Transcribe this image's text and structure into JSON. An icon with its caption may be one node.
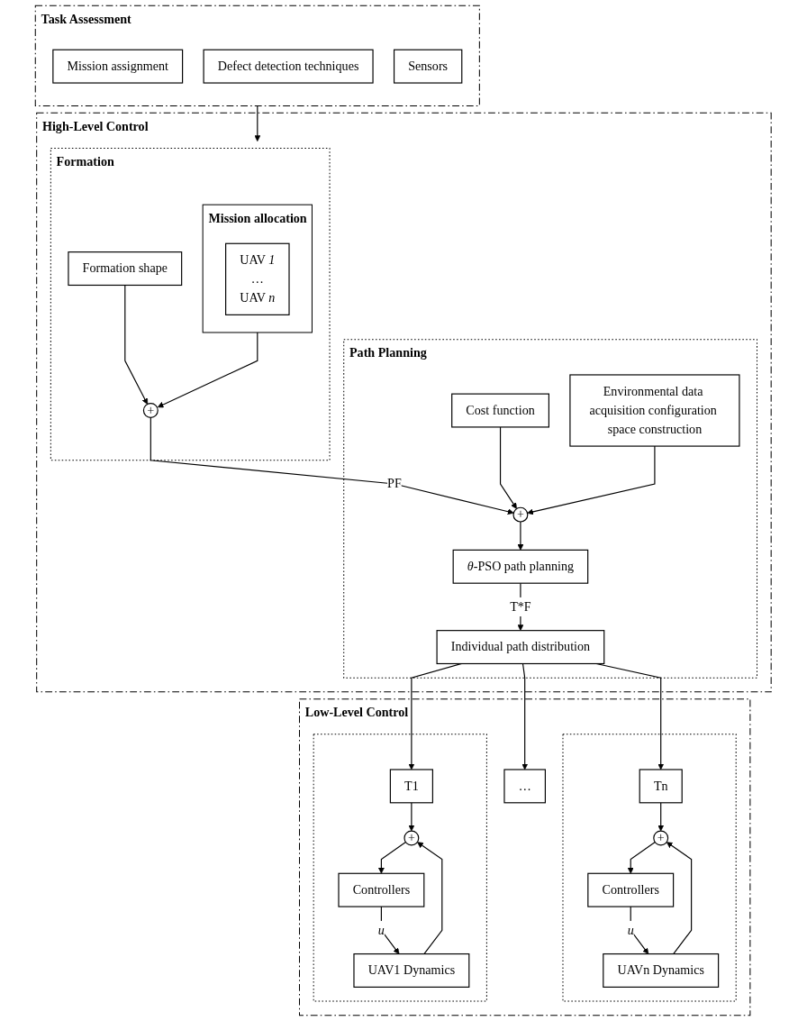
{
  "diagram": {
    "nodes": [
      {
        "text": [
          "Task Assessment"
        ]
      },
      {
        "text": [
          "Mission assignment"
        ],
        "in": 0
      },
      {
        "text": [
          "Defect detection techniques"
        ],
        "in": 0
      },
      {
        "text": [
          "Sensors"
        ],
        "in": 0
      },
      {
        "text": [
          "High-Level Control"
        ]
      },
      {
        "text": [
          "Formation"
        ],
        "in": 4
      },
      {
        "text": [
          "Formation shape"
        ],
        "in": 5
      },
      {
        "text": [
          "+"
        ],
        "in": 5
      },
      {
        "text": [
          "Mission allocation"
        ],
        "in": 5
      },
      {
        "text": [
          "UAV *1*",
          "…",
          "UAV *n*"
        ],
        "in": 8
      },
      {
        "text": [
          "Path Planning"
        ],
        "in": 4
      },
      {
        "text": [
          "Cost function"
        ],
        "in": 10
      },
      {
        "text": [
          "+"
        ],
        "in": 10
      },
      {
        "text": [
          "Environmental data acquisition configuration space construction"
        ],
        "in": 10
      },
      {
        "text": [
          "*θ*-PSO path planning"
        ],
        "in": 10
      },
      {
        "text": [
          "Individual path distribution"
        ],
        "in": 10
      },
      {
        "text": [
          "Low-Level Control"
        ]
      },
      {
        "text": [],
        "shape": "box",
        "in": 16
      },
      {
        "text": [
          "T1"
        ],
        "in": 17
      },
      {
        "text": [
          "+"
        ],
        "in": 17
      },
      {
        "text": [
          "Controllers"
        ],
        "in": 17
      },
      {
        "text": [
          "UAV1 Dynamics"
        ],
        "in": 17
      },
      {
        "text": [
          "…"
        ],
        "in": 16
      },
      {
        "text": [],
        "shape": "box",
        "in": 16
      },
      {
        "text": [
          "Tn"
        ],
        "in": 23
      },
      {
        "text": [
          "+"
        ],
        "in": 23
      },
      {
        "text": [
          "Controllers"
        ],
        "in": 23
      },
      {
        "text": [
          "UAVn Dynamics"
        ],
        "in": 23
      }
    ],
    "edges": [
      {
        "from": 0,
        "to": 5,
        "arrow": "to"
      },
      {
        "from": 6,
        "to": 7,
        "arrow": "to"
      },
      {
        "from": 8,
        "to": 7,
        "arrow": "to"
      },
      {
        "from": 7,
        "to": 12,
        "arrow": "to",
        "label": "PF"
      },
      {
        "from": 11,
        "to": 12,
        "arrow": "to"
      },
      {
        "from": 13,
        "to": 12,
        "arrow": "to"
      },
      {
        "from": 12,
        "to": 14,
        "arrow": "to"
      },
      {
        "from": 14,
        "to": 15,
        "arrow": "to",
        "label": "T*F"
      },
      {
        "from": 15,
        "to": 18,
        "arrow": "to"
      },
      {
        "from": 15,
        "to": 22,
        "arrow": "to"
      },
      {
        "from": 15,
        "to": 24,
        "arrow": "to"
      },
      {
        "from": 18,
        "to": 19,
        "arrow": "to"
      },
      {
        "from": 19,
        "to": 20,
        "arrow": "to"
      },
      {
        "from": 20,
        "to": 21,
        "arrow": "to",
        "label": "*u*"
      },
      {
        "from": 21,
        "to": 19,
        "arrow": "to"
      },
      {
        "from": 24,
        "to": 25,
        "arrow": "to"
      },
      {
        "from": 25,
        "to": 26,
        "arrow": "to"
      },
      {
        "from": 26,
        "to": 27,
        "arrow": "to",
        "label": "*u*"
      },
      {
        "from": 27,
        "to": 25,
        "arrow": "to"
      }
    ]
  }
}
